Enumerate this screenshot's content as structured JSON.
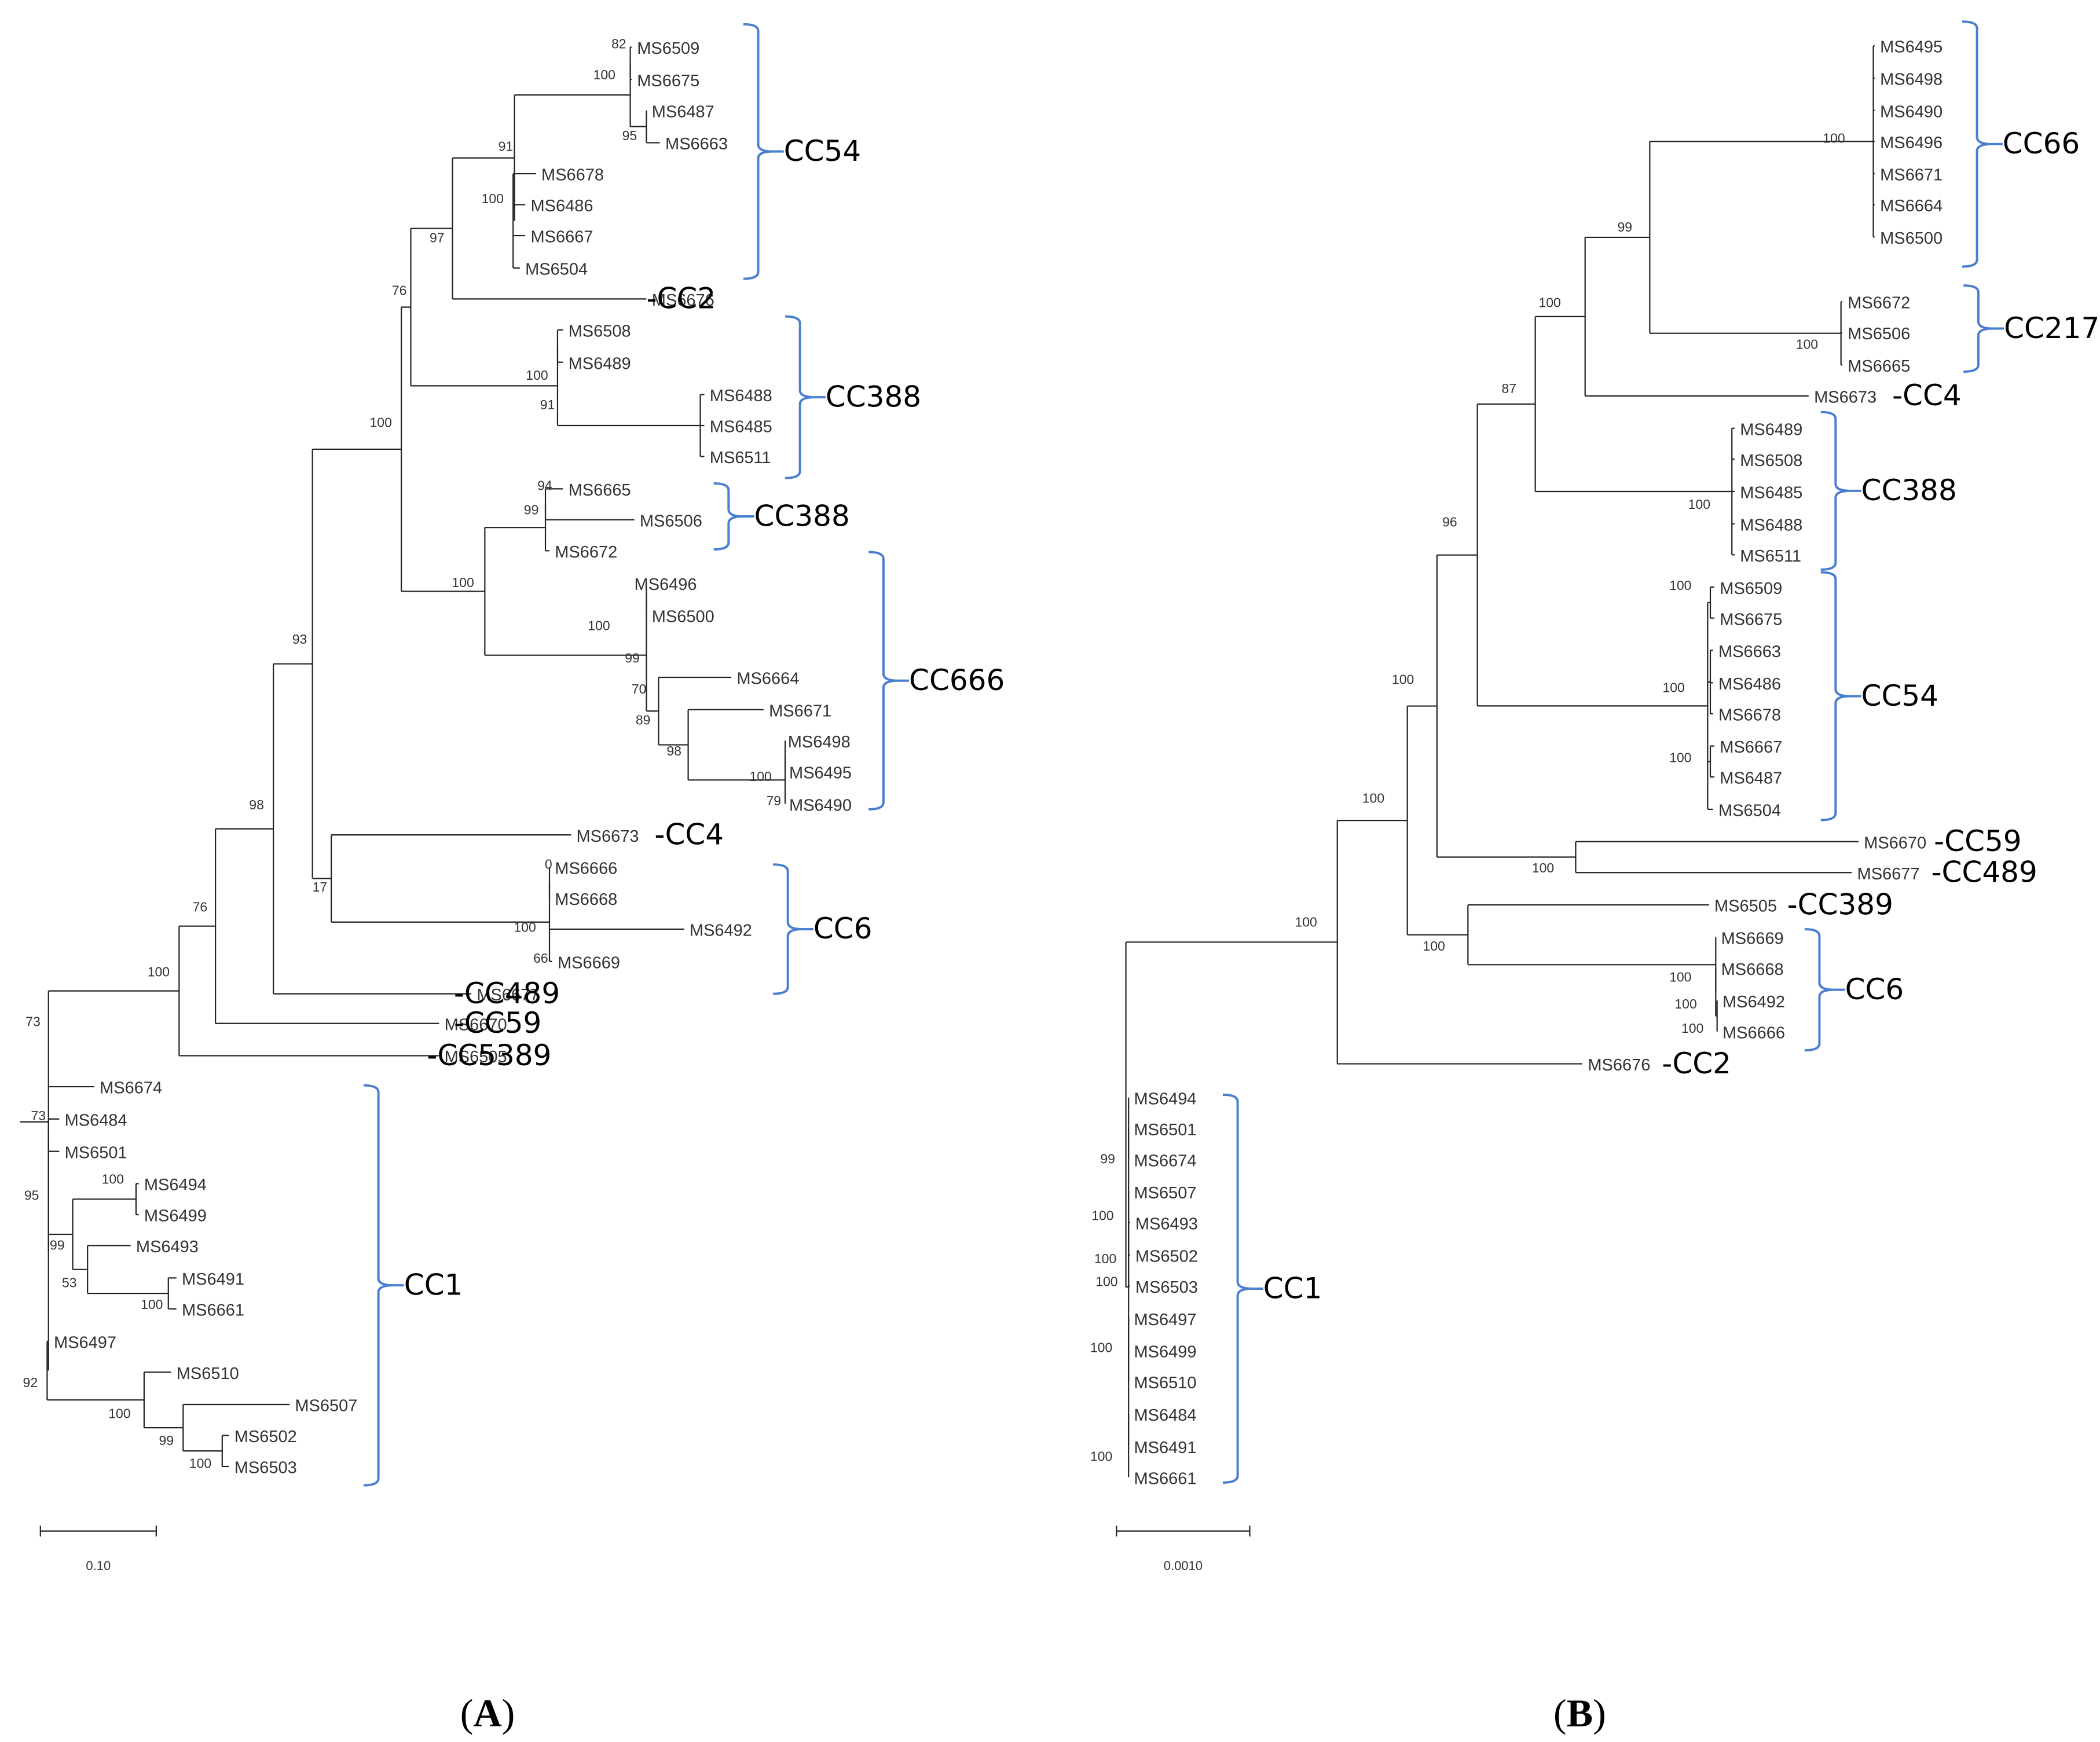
{
  "brace_color": "#4a7fd0",
  "panels": [
    {
      "label_parts": [
        "(",
        "A",
        ")"
      ],
      "scale_label": "0.10",
      "leaves": [
        "MS6509",
        "MS6675",
        "MS6487",
        "MS6663",
        "MS6678",
        "MS6486",
        "MS6667",
        "MS6504",
        "MS6676",
        "MS6508",
        "MS6489",
        "MS6488",
        "MS6485",
        "MS6511",
        "MS6665",
        "MS6506",
        "MS6672",
        "MS6496",
        "MS6500",
        "MS6664",
        "MS6671",
        "MS6498",
        "MS6495",
        "MS6490",
        "MS6673",
        "MS6666",
        "MS6668",
        "MS6492",
        "MS6669",
        "MS6677",
        "MS6670",
        "MS6505",
        "MS6674",
        "MS6484",
        "MS6501",
        "MS6494",
        "MS6499",
        "MS6493",
        "MS6491",
        "MS6661",
        "MS6497",
        "MS6510",
        "MS6507",
        "MS6502",
        "MS6503"
      ],
      "supports": [
        "82",
        "100",
        "95",
        "91",
        "100",
        "97",
        "76",
        "100",
        "91",
        "100",
        "94",
        "99",
        "100",
        "100",
        "99",
        "70",
        "89",
        "98",
        "100",
        "79",
        "93",
        "0",
        "100",
        "66",
        "17",
        "98",
        "76",
        "100",
        "73",
        "73",
        "95",
        "100",
        "99",
        "53",
        "100",
        "92",
        "100",
        "99",
        "100"
      ],
      "clade_labels": [
        "CC54",
        "CC388",
        "CC388",
        "CC666",
        "CC6",
        "CC1"
      ],
      "inline_labels": [
        "-CC2",
        "-CC4",
        "-CC489",
        "-CC59",
        "-CC5389"
      ]
    },
    {
      "label_parts": [
        "(",
        "B",
        ")"
      ],
      "scale_label": "0.0010",
      "leaves": [
        "MS6495",
        "MS6498",
        "MS6490",
        "MS6496",
        "MS6671",
        "MS6664",
        "MS6500",
        "MS6672",
        "MS6506",
        "MS6665",
        "MS6673",
        "MS6489",
        "MS6508",
        "MS6485",
        "MS6488",
        "MS6511",
        "MS6509",
        "MS6675",
        "MS6663",
        "MS6486",
        "MS6678",
        "MS6667",
        "MS6487",
        "MS6504",
        "MS6670",
        "MS6677",
        "MS6505",
        "MS6669",
        "MS6668",
        "MS6492",
        "MS6666",
        "MS6676",
        "MS6494",
        "MS6501",
        "MS6674",
        "MS6507",
        "MS6493",
        "MS6502",
        "MS6503",
        "MS6497",
        "MS6499",
        "MS6510",
        "MS6484",
        "MS6491",
        "MS6661"
      ],
      "supports": [
        "100",
        "99",
        "100",
        "100",
        "87",
        "100",
        "96",
        "100",
        "100",
        "100",
        "100",
        "100",
        "100",
        "100",
        "100",
        "100",
        "99",
        "100",
        "100",
        "100",
        "100",
        "100",
        "100",
        "100"
      ],
      "clade_labels": [
        "CC66",
        "CC217",
        "CC388",
        "CC54",
        "CC6",
        "CC1"
      ],
      "inline_labels": [
        "-CC4",
        "-CC59",
        "-CC489",
        "-CC389",
        "-CC2"
      ]
    }
  ]
}
